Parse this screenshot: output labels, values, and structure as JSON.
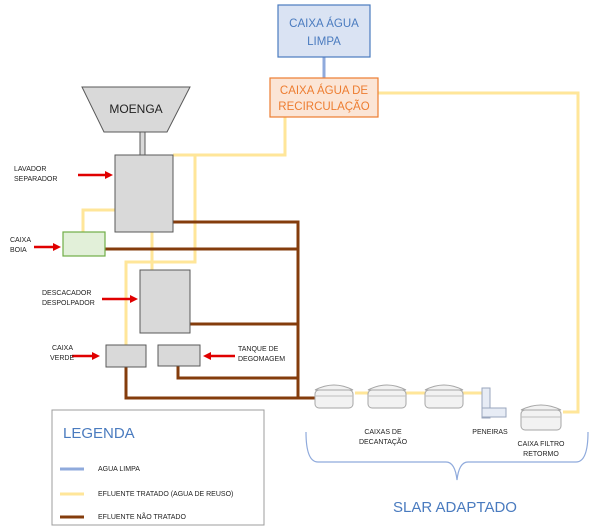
{
  "colors": {
    "clean_water": "#8faadc",
    "treated": "#ffe699",
    "untreated": "#843c0c",
    "clean_box_fill": "#dae3f3",
    "clean_box_stroke": "#4a7bbf",
    "recirc_fill": "#fbe5d6",
    "recirc_stroke": "#ed7d31",
    "green_fill": "#e2f0d9",
    "green_stroke": "#70ad47",
    "gray_fill": "#d9d9d9",
    "gray_stroke": "#595959",
    "arrow": "#e00000",
    "accent_text": "#4a7bbf"
  },
  "boxes": {
    "clean_water_line1": "CAIXA ÁGUA",
    "clean_water_line2": "LIMPA",
    "recirc_line1": "CAIXA ÁGUA DE",
    "recirc_line2": "RECIRCULAÇÃO",
    "moenga": "MOENGA"
  },
  "labels": {
    "lavador_line1": "LAVADOR",
    "lavador_line2": "SEPARADOR",
    "caixa_boia_line1": "CAIXA",
    "caixa_boia_line2": "BOIA",
    "descascador_line1": "DESCACADOR",
    "descascador_line2": "DESPOLPADOR",
    "caixa_verde_line1": "CAIXA",
    "caixa_verde_line2": "VERDE",
    "tanque_line1": "TANQUE DE",
    "tanque_line2": "DEGOMAGEM",
    "decantacao_line1": "CAIXAS DE",
    "decantacao_line2": "DECANTAÇÃO",
    "peneiras": "PENEIRAS",
    "filtro_line1": "CAIXA FILTRO",
    "filtro_line2": "RETORMO",
    "slar": "SLAR ADAPTADO"
  },
  "legend": {
    "title": "LEGENDA",
    "items": [
      {
        "label": "AGUA LIMPA",
        "color": "#8faadc"
      },
      {
        "label": "EFLUENTE TRATADO (AGUA DE REUSO)",
        "color": "#ffe699"
      },
      {
        "label": "EFLUENTE NÃO TRATADO",
        "color": "#843c0c"
      }
    ]
  }
}
